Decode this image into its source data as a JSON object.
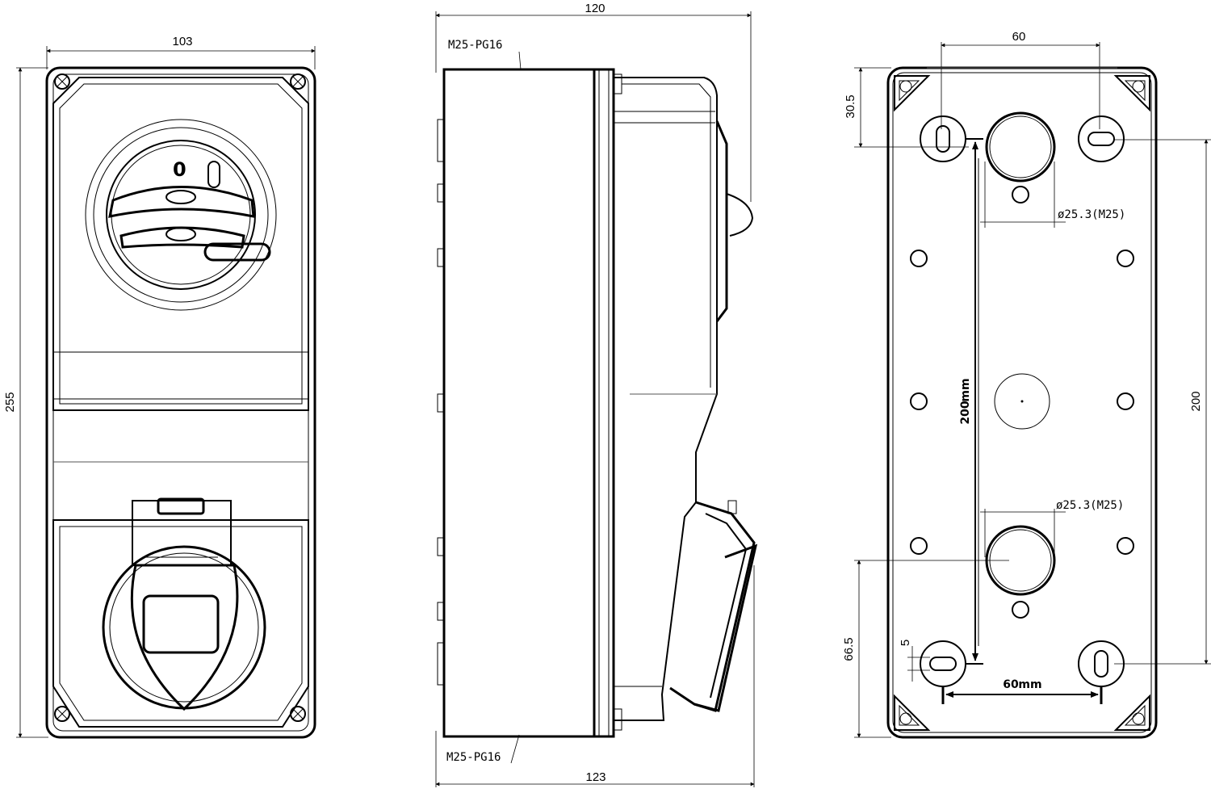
{
  "front_view": {
    "width_label": "103",
    "height_label": "255"
  },
  "side_view": {
    "top_width_label": "120",
    "bottom_width_label": "123",
    "top_gland_label": "M25-PG16",
    "bottom_gland_label": "M25-PG16"
  },
  "back_view": {
    "hole_spacing_top_label": "60",
    "top_offset_label": "30.5",
    "mounting_height_label": "200",
    "top_hole_label": "ø25.3(M25)",
    "bottom_hole_label": "ø25.3(M25)",
    "bottom_offset_label": "66.5",
    "slot_label": "5",
    "inner_height_label": "200",
    "inner_height_unit": "mm",
    "inner_width_label": "60",
    "inner_width_unit": "mm"
  }
}
